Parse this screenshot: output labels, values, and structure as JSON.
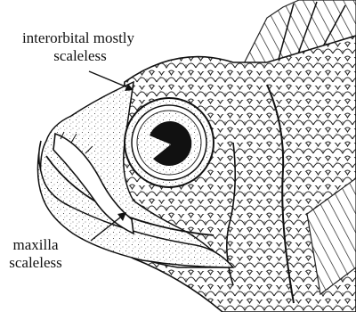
{
  "labels": {
    "interorbital": {
      "line1": "interorbital mostly",
      "line2": "scaleless"
    },
    "maxilla": {
      "line1": "maxilla",
      "line2": "scaleless"
    }
  },
  "colors": {
    "ink": "#111111",
    "paper": "#ffffff"
  }
}
